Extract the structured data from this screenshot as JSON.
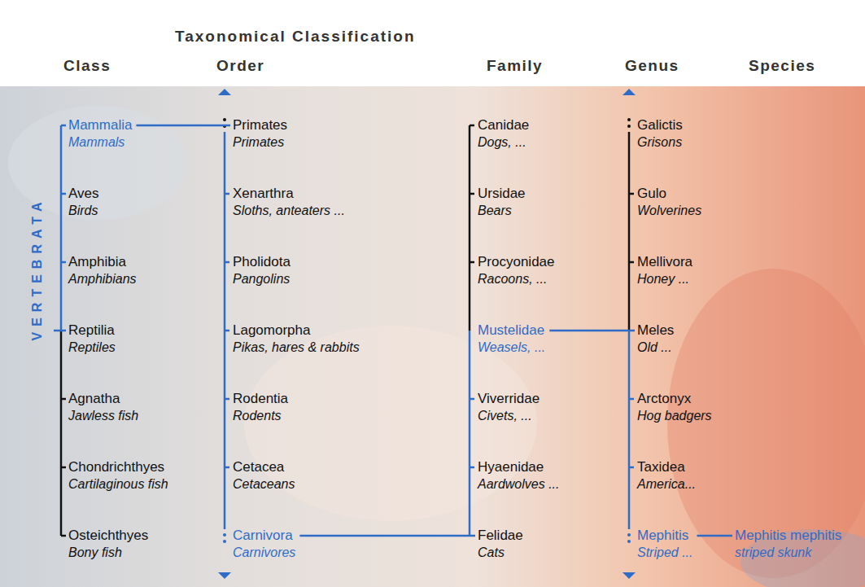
{
  "diagram": {
    "title": "Taxonomical Classification",
    "nodes": [
      {
        "text": [
          "Mammalia",
          "Mammals"
        ]
      },
      {
        "text": [
          "Aves",
          "Birds"
        ]
      },
      {
        "text": [
          "Amphibia",
          "Amphibians"
        ]
      },
      {
        "text": [
          "Reptilia",
          "Reptiles"
        ]
      },
      {
        "text": [
          "Agnatha",
          "Jawless fish"
        ]
      },
      {
        "text": [
          "Chondrichthyes",
          "Cartilaginous fish"
        ]
      },
      {
        "text": [
          "Osteichthyes",
          "Bony fish"
        ]
      },
      {
        "text": [
          "Primates",
          "Primates"
        ]
      },
      {
        "text": [
          "Xenarthra",
          "Sloths, anteaters ..."
        ]
      },
      {
        "text": [
          "Pholidota",
          "Pangolins"
        ]
      },
      {
        "text": [
          "Lagomorpha",
          "Pikas, hares & rabbits"
        ]
      },
      {
        "text": [
          "Rodentia",
          "Rodents"
        ]
      },
      {
        "text": [
          "Cetacea",
          "Cetaceans"
        ]
      },
      {
        "text": [
          "Carnivora",
          "Carnivores"
        ]
      },
      {
        "text": [
          "Canidae",
          "Dogs, ..."
        ]
      },
      {
        "text": [
          "Ursidae",
          "Bears"
        ]
      },
      {
        "text": [
          "Procyonidae",
          "Racoons, ..."
        ]
      },
      {
        "text": [
          "Mustelidae",
          "Weasels, ..."
        ]
      },
      {
        "text": [
          "Viverridae",
          "Civets, ..."
        ]
      },
      {
        "text": [
          "Hyaenidae",
          "Aardwolves ..."
        ]
      },
      {
        "text": [
          "Felidae",
          "Cats"
        ]
      },
      {
        "text": [
          "Galictis",
          "Grisons"
        ]
      },
      {
        "text": [
          "Gulo",
          "Wolverines"
        ]
      },
      {
        "text": [
          "Mellivora",
          "Honey ..."
        ]
      },
      {
        "text": [
          "Meles",
          "Old ..."
        ]
      },
      {
        "text": [
          "Arctonyx",
          "Hog badgers"
        ]
      },
      {
        "text": [
          "Taxidea",
          "America..."
        ]
      },
      {
        "text": [
          "Mephitis",
          "Striped ..."
        ]
      },
      {
        "text": [
          "Mephitis mephitis",
          "striped skunk"
        ]
      }
    ],
    "edges": [
      {
        "from": 0,
        "to": 7,
        "arrow": "none"
      },
      {
        "from": 13,
        "to": 20,
        "arrow": "none"
      },
      {
        "from": 17,
        "to": 24,
        "arrow": "none"
      },
      {
        "from": 27,
        "to": 28,
        "arrow": "none"
      }
    ],
    "labels": [
      "Class",
      "Order",
      "Family",
      "Genus",
      "Species",
      "VERTEBRATA"
    ]
  }
}
